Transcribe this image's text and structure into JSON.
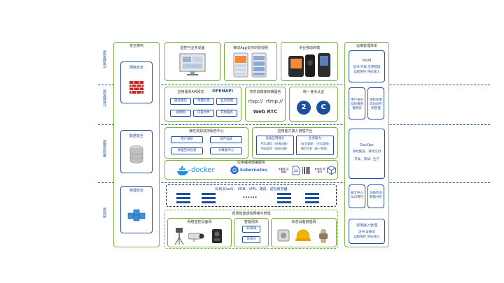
{
  "layers": [
    "应用服务层",
    "计算服务层",
    "基础设施层",
    "感知层"
  ],
  "left_title": "安全架构",
  "left": [
    {
      "title": "网络安全",
      "icon": "firewall-icon"
    },
    {
      "title": "数据安全",
      "icon": "database-icon"
    },
    {
      "title": "物理安全",
      "icon": "cube-icon"
    }
  ],
  "apps": {
    "a1_title": "监控与业务桌面",
    "a2_title": "移动App支持浏览视频",
    "a3_title": "专业移动终端"
  },
  "svc": {
    "title": "应用服务API网关",
    "brand": "OPENAPI",
    "items": [
      "融合通信",
      "地理信息",
      "业务管理",
      "视频网",
      "内容文件",
      "其他服务"
    ]
  },
  "stream": {
    "title": "实时流媒体转推服务",
    "proto1": "rtsp://",
    "proto2": "rtmp://",
    "webrtc": "Web RTC"
  },
  "auth": {
    "title": "统一身份认证",
    "badge2": "2",
    "badgeC": "C"
  },
  "compute": {
    "left_title": "弹性资源扶持服务中心",
    "left_items": [
      "用户组织",
      "资产设备",
      "地理空间信息",
      "大数据中心"
    ],
    "right_title": "应用能力接入管理平台",
    "right_col1": [
      "设备应用能力",
      "POC通信（终端设备）",
      "转码监控（获取设备）"
    ],
    "right_col2": [
      "业务能力",
      "（安全管理）（业务管理）",
      "围栏信息（统一视频）"
    ]
  },
  "container": {
    "title": "应用编排部署服务",
    "docker": "docker",
    "k8s": "kubernetes",
    "lbl1": "多集群 容器编",
    "lbl2": "私有库 镜像仓"
  },
  "infra": {
    "title": "私有云IaaS： SDN、VPN、路由、虚拟服务器",
    "dots": "......"
  },
  "edge": {
    "title": "现场智能感知网络与管理",
    "g1_title": "网络监控设备网",
    "g2_title": "智能网关",
    "g2_items": [
      "4G网关",
      "现场AI"
    ],
    "g3_title": "状态设备管理网"
  },
  "right": {
    "mdm_title": "运维管理体系",
    "mdm": "MDM",
    "mdm_lines": [
      "证书 升级 应用管理",
      "远程管控 供应接入"
    ],
    "r2a": [
      "用户身份",
      "与权限管",
      "理系统"
    ],
    "r2b": [
      "授权体系",
      "与访问控",
      "制管理"
    ],
    "devops": "DevOps",
    "devops_lines": [
      "持续集成、持续交付",
      "开发、测试、生产"
    ],
    "r4a": [
      "安全中心",
      "QoS管控"
    ],
    "r4b": [
      "设备状态",
      "数据分析"
    ],
    "r5_title": "现场接入管理",
    "r5_lines": [
      "证书  设备ID",
      "远程管控 供应接入"
    ]
  }
}
